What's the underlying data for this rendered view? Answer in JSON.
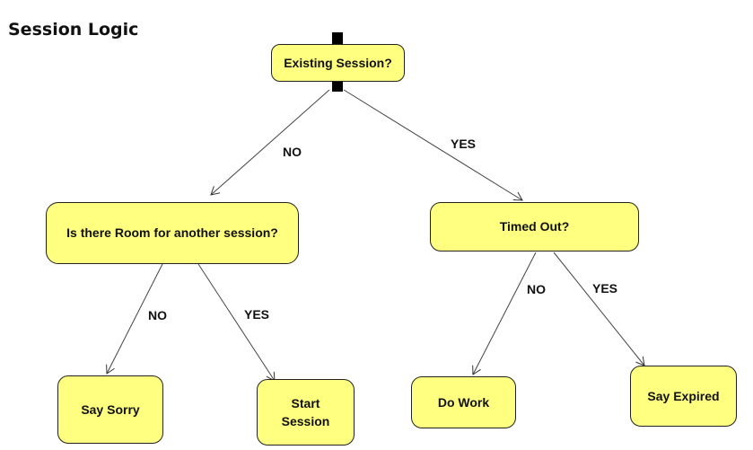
{
  "diagram": {
    "title": "Session Logic",
    "nodes": {
      "existing_session": "Existing Session?",
      "room_for_session": "Is there Room for another session?",
      "timed_out": "Timed Out?",
      "say_sorry": "Say Sorry",
      "start_session_line1": "Start",
      "start_session_line2": "Session",
      "do_work": "Do Work",
      "say_expired": "Say Expired"
    },
    "edges": {
      "existing_no": "NO",
      "existing_yes": "YES",
      "room_no": "NO",
      "room_yes": "YES",
      "timed_no": "NO",
      "timed_yes": "YES"
    },
    "colors": {
      "node_fill": "#ffff80",
      "node_border": "#222222",
      "edge": "#444444"
    }
  }
}
